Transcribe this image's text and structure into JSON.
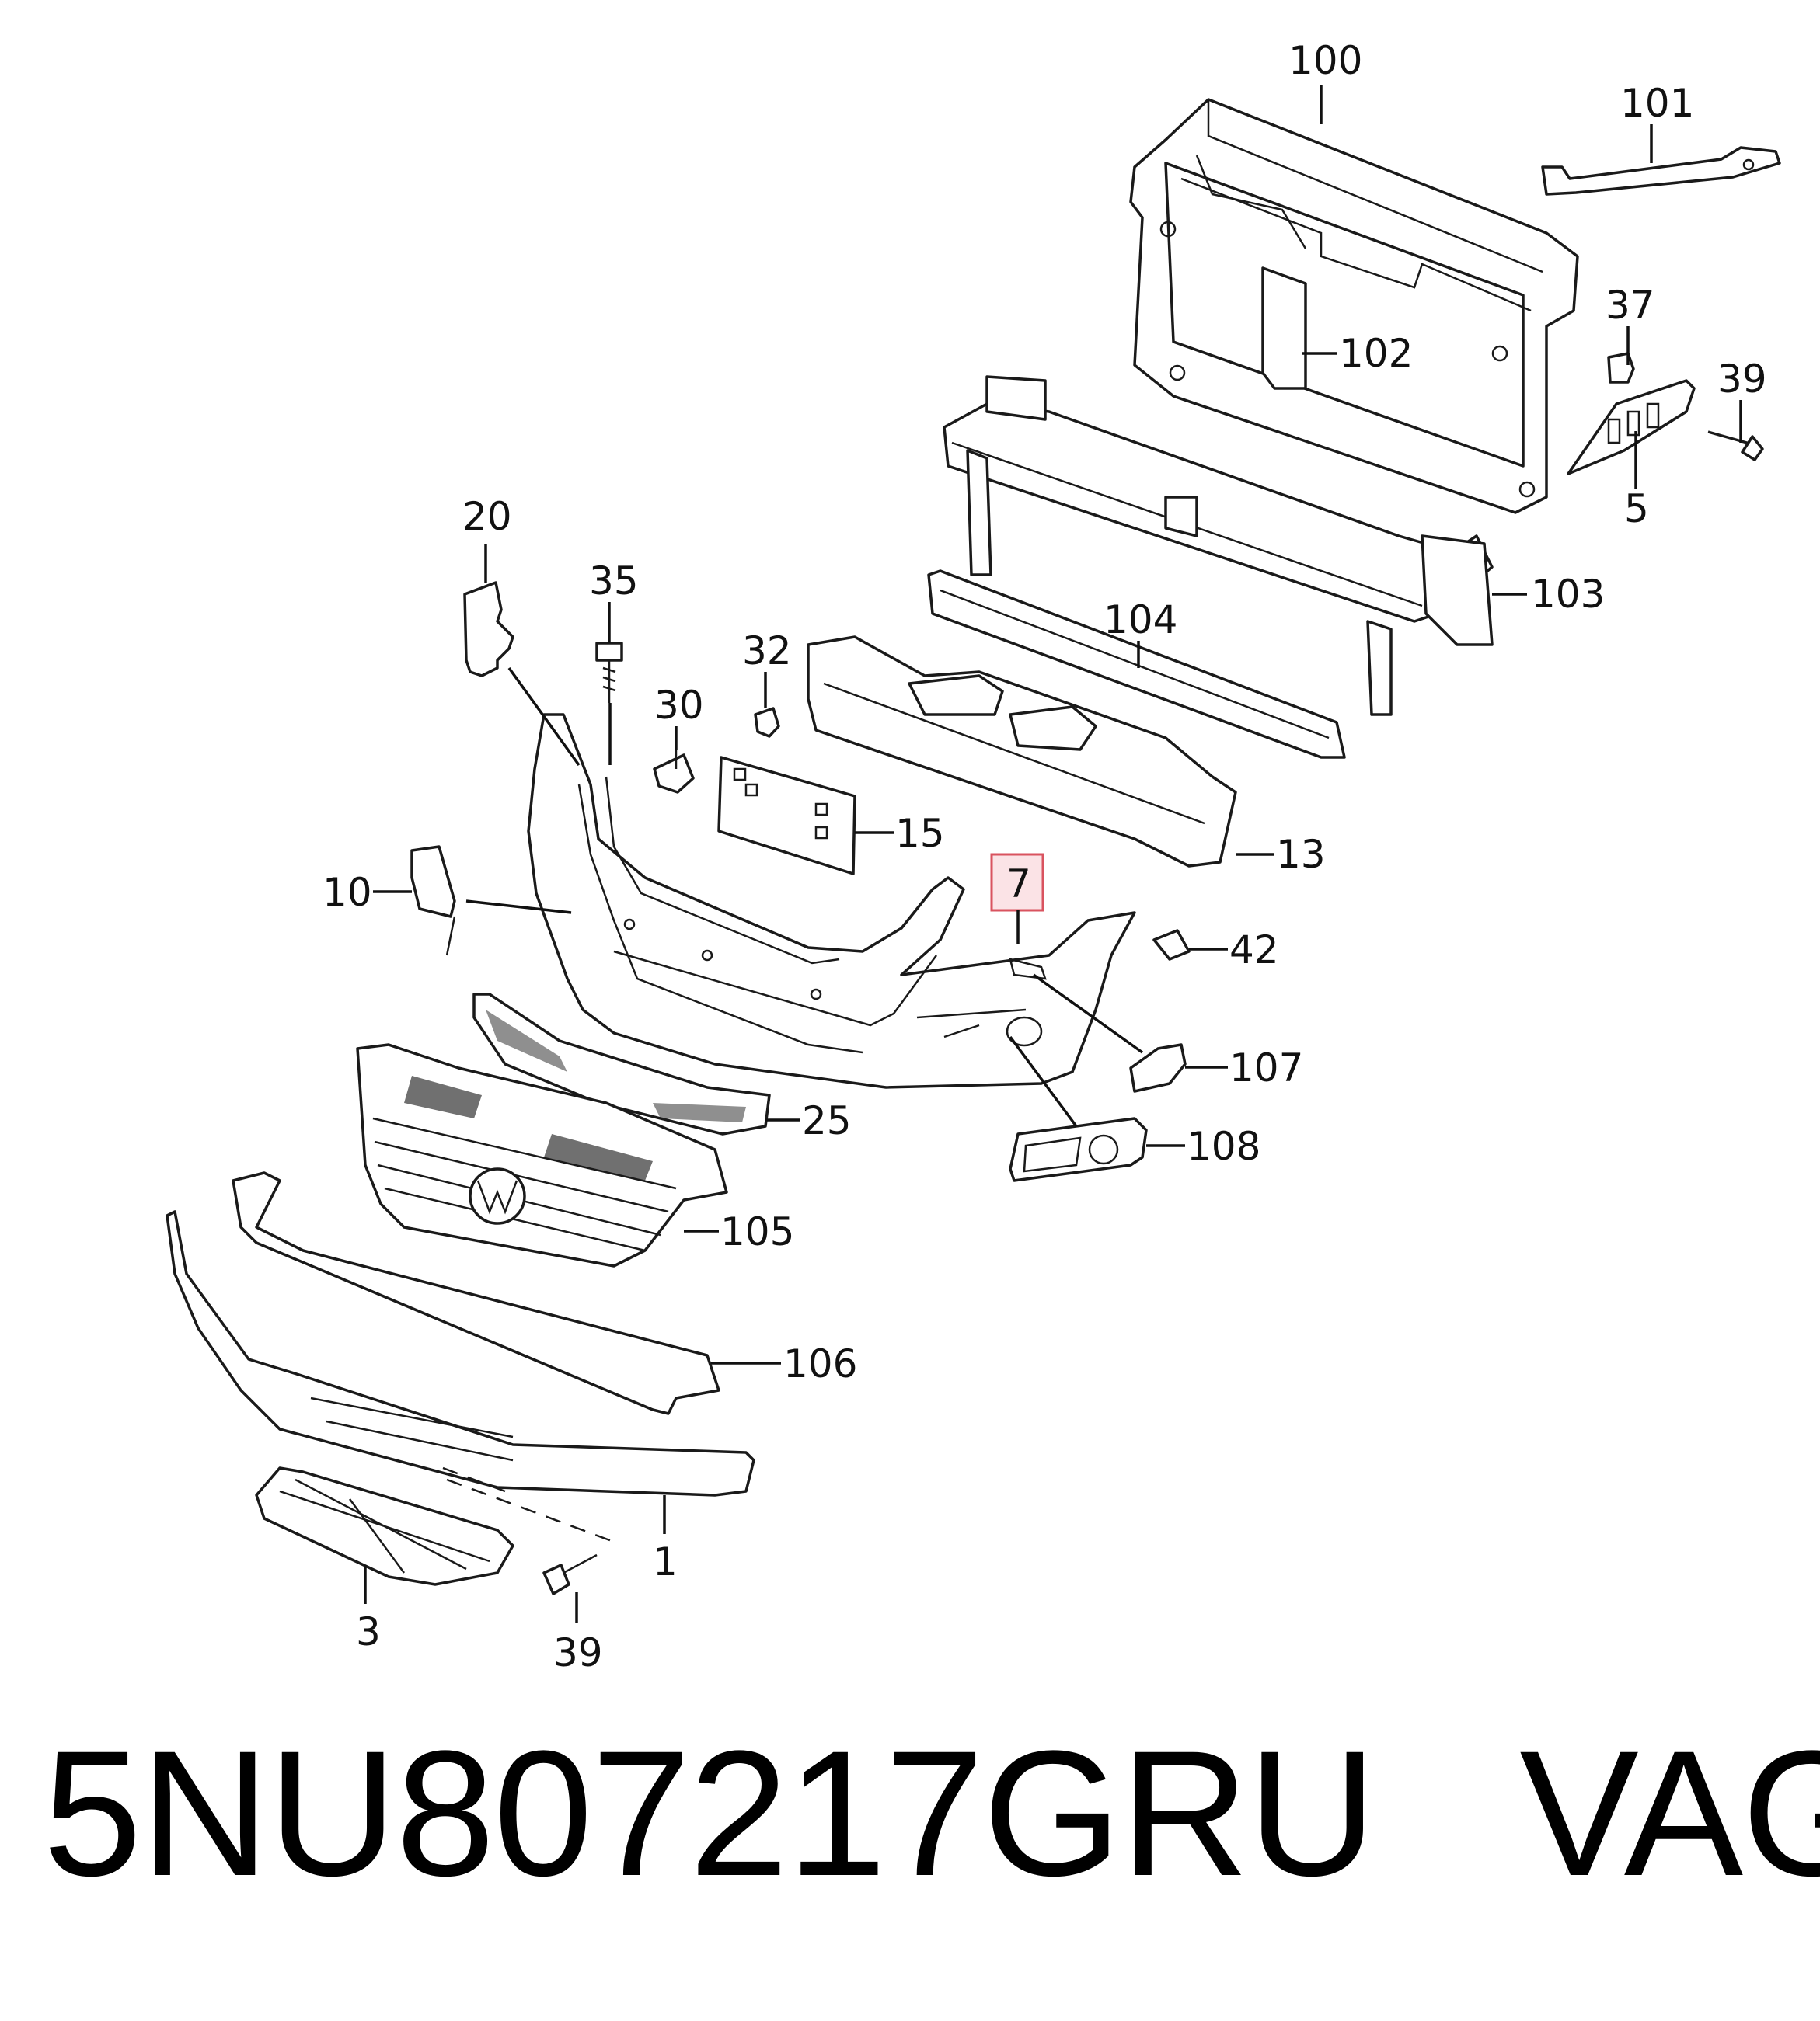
{
  "labels": {
    "100": "100",
    "101": "101",
    "102": "102",
    "103": "103",
    "104": "104",
    "105": "105",
    "106": "106",
    "107": "107",
    "108": "108",
    "1": "1",
    "3": "3",
    "5": "5",
    "7": "7",
    "10": "10",
    "13": "13",
    "15": "15",
    "20": "20",
    "25": "25",
    "30": "30",
    "32": "32",
    "35": "35",
    "37": "37",
    "39a": "39",
    "39b": "39",
    "42": "42"
  },
  "highlighted_part": "7",
  "footer": {
    "part_number": "5NU807217GRU",
    "brand": "VAG"
  },
  "colors": {
    "highlight_fill": "#fbe3e6",
    "highlight_stroke": "#d9535f",
    "line": "#1a1a1a"
  }
}
